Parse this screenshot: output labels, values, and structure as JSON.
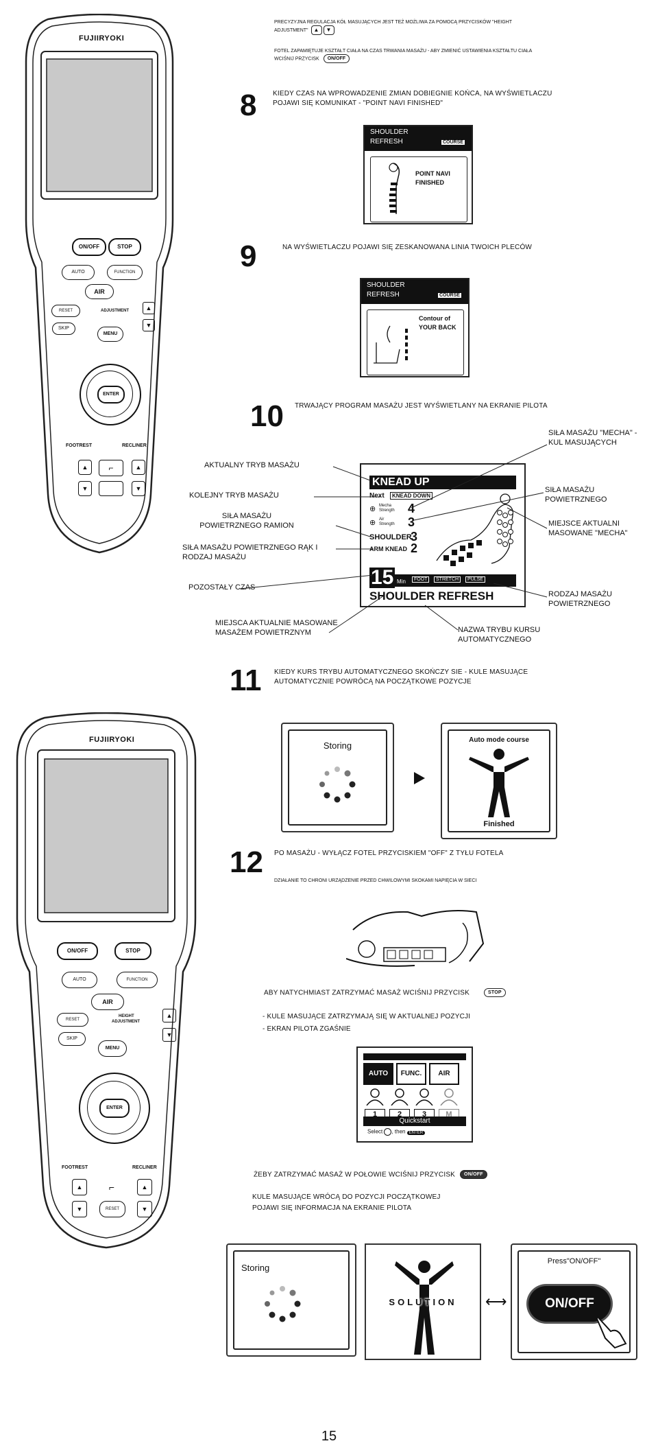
{
  "remote": {
    "brand": "FUJIIRYOKI",
    "buttons": {
      "on_off": "ON/OFF",
      "stop": "STOP",
      "auto": "AUTO",
      "function": "FUNCTION",
      "air": "AIR",
      "height": "HEIGHT",
      "adjustment": "ADJUSTMENT",
      "skip": "SKIP",
      "menu": "MENU",
      "enter": "ENTER",
      "footrest": "FOOTREST",
      "recliner": "RECLINER",
      "reset": "RESET"
    }
  },
  "intro": {
    "line1": "PRECYZYJNA REGULACJA KÓŁ MASUJĄCYCH JEST TEŻ MOŻLIWA ZA POMOCĄ PRZYCISKÓW \"HEIGHT ADJUSTMENT\"",
    "line2": "FOTEL ZAPAMIĘTUJE KSZTAŁT CIAŁA NA CZAS TRWANIA MASAŻU - ABY ZMIENIĆ USTAWIENIA KSZTAŁTU CIAŁA WCIŚNIJ PRZYCISK",
    "btn": "ON/OFF"
  },
  "step8": {
    "num": "8",
    "text": "KIEDY CZAS NA WPROWADZENIE ZMIAN DOBIEGNIE KOŃCA, NA WYŚWIETLACZU POJAWI SIĘ KOMUNIKAT - \"POINT NAVI FINISHED\"",
    "lcd_title1": "SHOULDER",
    "lcd_title2": "REFRESH",
    "lcd_course": "COURSE",
    "lcd_msg1": "POINT NAVI",
    "lcd_msg2": "FINISHED"
  },
  "step9": {
    "num": "9",
    "text": "NA WYŚWIETLACZU POJAWI SIĘ ZESKANOWANA LINIA TWOICH PLECÓW",
    "lcd_title1": "SHOULDER",
    "lcd_title2": "REFRESH",
    "lcd_course": "COURSE",
    "lcd_msg1": "Contour of",
    "lcd_msg2": "YOUR BACK"
  },
  "step10": {
    "num": "10",
    "text": "TRWAJĄCY PROGRAM MASAŻU JEST WYŚWIETLANY NA EKRANIE PILOTA",
    "lcd": {
      "mode": "KNEAD UP",
      "next_label": "Next",
      "next_mode": "KNEAD DOWN",
      "mecha_label1": "Mecha",
      "mecha_label2": "Strength",
      "mecha_val": "4",
      "air_label1": "Air",
      "air_label2": "Strength",
      "air_val": "3",
      "shoulder_label": "SHOULDER",
      "shoulder_val": "3",
      "arm_label": "ARM KNEAD",
      "arm_val": "2",
      "time": "15",
      "time_unit": "Min",
      "tags": [
        "FOOT",
        "STRETCH",
        "PULSE"
      ],
      "course": "SHOULDER REFRESH"
    },
    "labels": {
      "current_mode": "AKTUALNY TRYB MASAŻU",
      "next_mode": "KOLEJNY TRYB MASAŻU",
      "shoulder_air": "SIŁA MASAŻU POWIETRZNEGO RAMION",
      "arm_air": "SIŁA MASAŻU POWIETRZNEGO RĄK I RODZAJ MASAŻU",
      "remaining": "POZOSTAŁY CZAS",
      "air_places": "MIEJSCA AKTUALNIE MASOWANE MASAŻEM POWIETRZNYM",
      "mecha_strength": "SIŁA MASAŻU \"MECHA\" - KUL MASUJĄCYCH",
      "air_strength": "SIŁA MASAŻU POWIETRZNEGO",
      "mecha_place": "MIEJSCE AKTUALNI MASOWANE \"MECHA\"",
      "air_type": "RODZAJ MASAŻU POWIETRZNEGO",
      "course_name": "NAZWA TRYBU KURSU AUTOMATYCZNEGO"
    }
  },
  "step11": {
    "num": "11",
    "text": "KIEDY KURS TRYBU AUTOMATYCZNEGO SKOŃCZY SIE - KULE MASUJĄCE AUTOMATYCZNIE POWRÓCĄ NA POCZĄTKOWE POZYCJE",
    "storing": "Storing",
    "finished_title": "Auto mode course",
    "finished": "Finished"
  },
  "step12": {
    "num": "12",
    "text": "PO MASAŻU - WYŁĄCZ FOTEL PRZYCISKIEM \"OFF\" Z TYŁU FOTELA",
    "subtext": "DZIAŁANIE TO CHRONI URZĄDZENIE PRZED CHWILOWYMI SKOKAMI NAPIĘCIA W SIECI",
    "stop_text": "ABY NATYCHMIAST ZATRZYMAĆ MASAŻ WCIŚNIJ PRZYCISK",
    "stop_btn": "STOP",
    "bullet1": "- KULE MASUJĄCE ZATRZYMAJĄ SIĘ W AKTUALNEJ POZYCJI",
    "bullet2": "- EKRAN PILOTA ZGAŚNIE",
    "menu": {
      "tabs": [
        "AUTO",
        "FUNC.",
        "AIR"
      ],
      "users": [
        "1",
        "2",
        "3",
        "M"
      ],
      "quickstart": "Quickstart",
      "select": "Select",
      "then": "then",
      "enter": "ENTER"
    },
    "half_text": "ŻEBY ZATRZYMAĆ MASAŻ W POŁOWIE WCIŚNIJ PRZYCISK",
    "half_btn": "ON/OFF",
    "return_line1": "KULE MASUJĄCE WRÓCĄ DO POZYCJI POCZĄTKOWEJ",
    "return_line2": "POJAWI SIĘ INFORMACJA NA EKRANIE PILOTA",
    "storing": "Storing",
    "solution": "SOLUTION",
    "press": "Press\"ON/OFF\"",
    "press_btn": "ON/OFF"
  },
  "page_number": "15"
}
